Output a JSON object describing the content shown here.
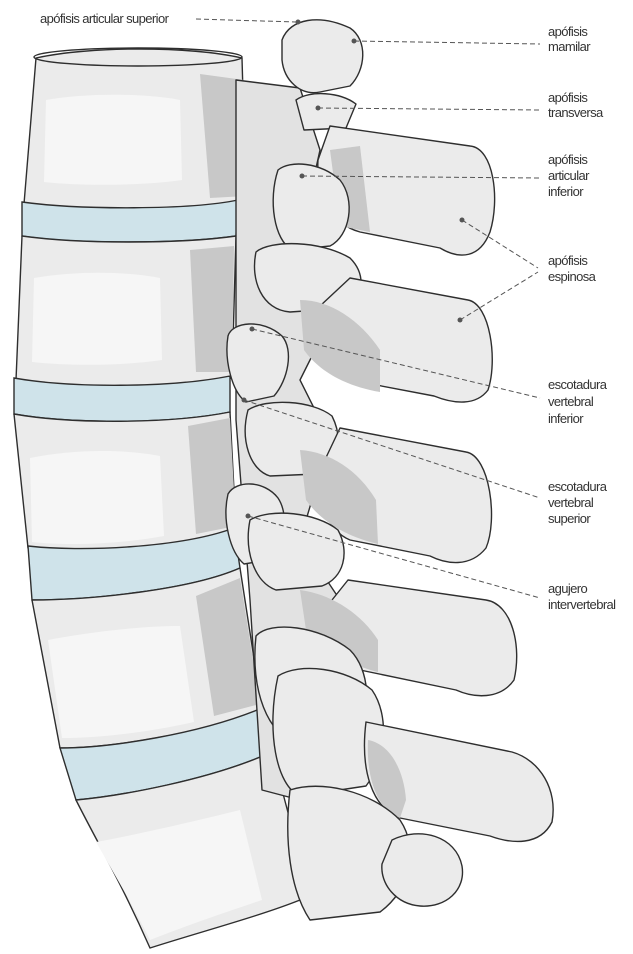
{
  "labels": {
    "superior_articular": "apófisis articular superior",
    "mamillary_1": "apófisis",
    "mamillary_2": "mamilar",
    "transverse_1": "apófisis",
    "transverse_2": "transversa",
    "inferior_articular_1": "apófisis",
    "inferior_articular_2": "articular",
    "inferior_articular_3": "inferior",
    "spinous_1": "apófisis",
    "spinous_2": "espinosa",
    "inferior_notch_1": "escotadura",
    "inferior_notch_2": "vertebral",
    "inferior_notch_3": "inferior",
    "superior_notch_1": "escotadura",
    "superior_notch_2": "vertebral",
    "superior_notch_3": "superior",
    "foramen_1": "agujero",
    "foramen_2": "intervertebral"
  },
  "colors": {
    "bone": "#ebebeb",
    "bone_shade": "#c8c8c8",
    "disc": "#cfe3ea",
    "outline": "#2e2e2e",
    "leader": "#555555"
  }
}
